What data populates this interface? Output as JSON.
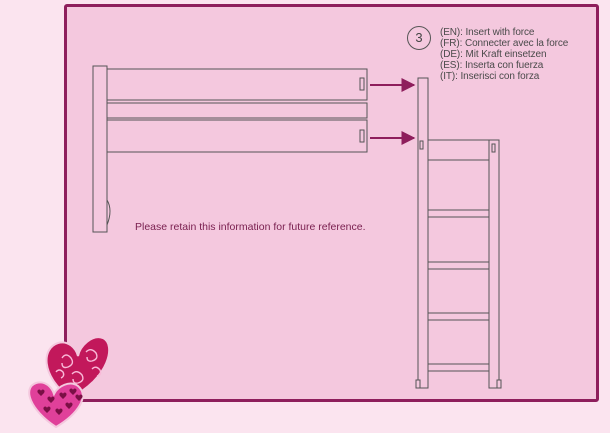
{
  "step": {
    "number": "3"
  },
  "instructions": [
    "(EN): Insert with force",
    "(FR): Connecter avec la force",
    "(DE): Mit Kraft einsetzen",
    "(ES): Inserta con fuerza",
    "(IT): Inserisci con forza"
  ],
  "note": "Please retain this information for future reference.",
  "colors": {
    "background": "#fbe4ef",
    "panel": "#f4c8de",
    "border": "#8e1e5c",
    "arrow": "#8e1e5c",
    "line": "#555555"
  },
  "icons": [
    "heart-swirl-icon",
    "heart-pattern-icon"
  ]
}
